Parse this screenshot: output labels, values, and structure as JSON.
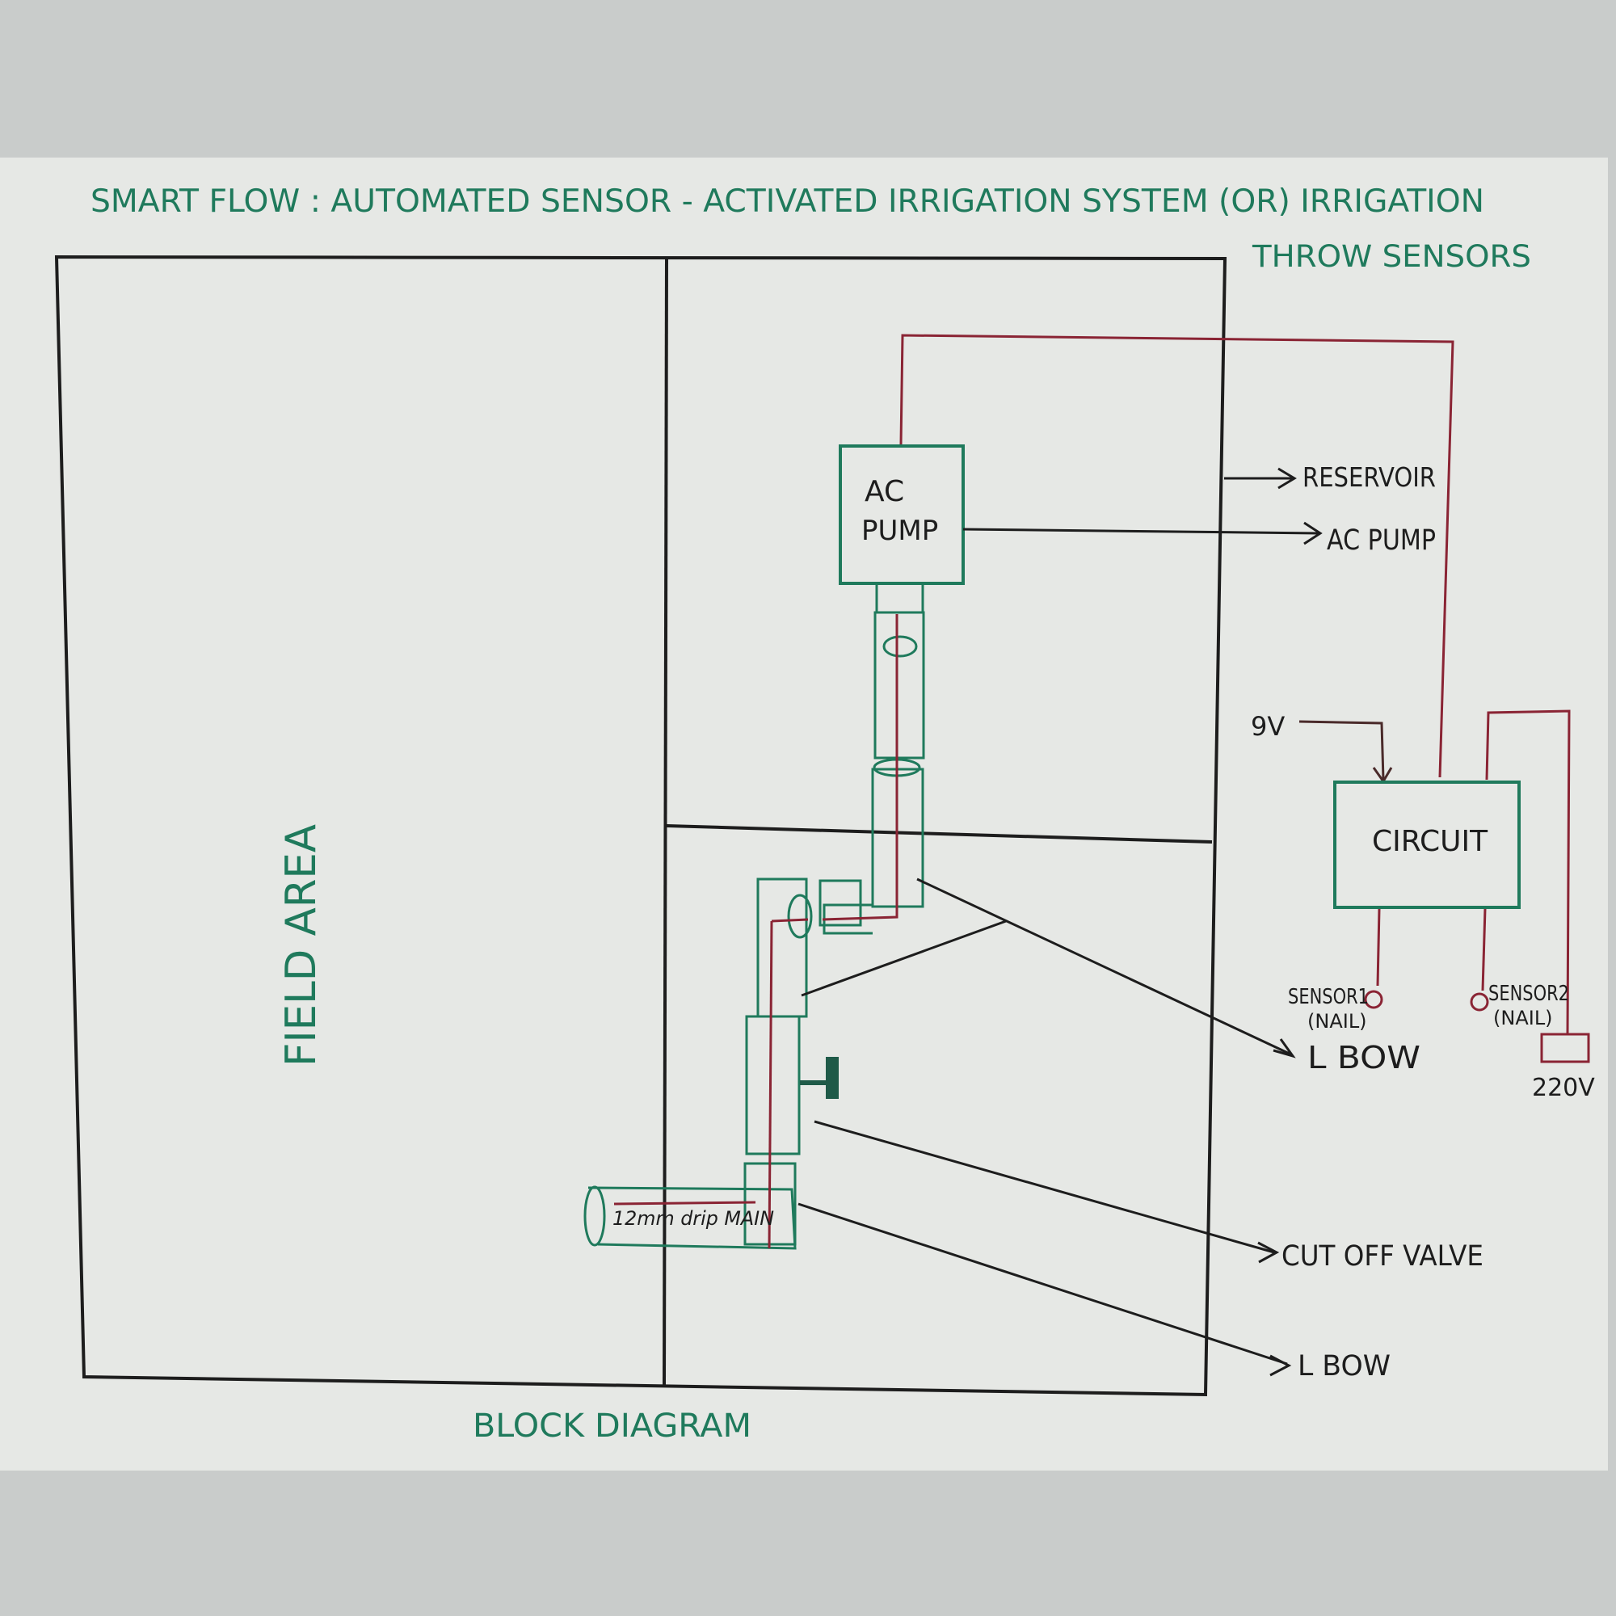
{
  "title": {
    "line1": "SMART FLOW : AUTOMATED SENSOR - ACTIVATED IRRIGATION SYSTEM (OR) IRRIGATION",
    "line2": "THROW SENSORS"
  },
  "field_label": "FIELD AREA",
  "footer_label": "BLOCK DIAGRAM",
  "blocks": {
    "pump_line1": "AC",
    "pump_line2": "PUMP",
    "circuit": "CIRCUIT"
  },
  "labels": {
    "reservoir": "RESERVOIR",
    "ac_pump": "AC PUMP",
    "l_bow_top": "L BOW",
    "cut_off_valve": "CUT OFF VALVE",
    "l_bow_bottom": "L BOW",
    "pipe": "12mm drip MAIN",
    "supply_9v": "9V",
    "supply_220v": "220V",
    "sensor1": "SENSOR1",
    "sensor1_sub": "(NAIL)",
    "sensor2": "SENSOR2",
    "sensor2_sub": "(NAIL)"
  },
  "colors": {
    "paper": "#e6e8e5",
    "backdrop": "#c9cccb",
    "ink": "#1d1d1d",
    "green_pen": "#1f7a5c",
    "red_pen": "#8a2434"
  }
}
